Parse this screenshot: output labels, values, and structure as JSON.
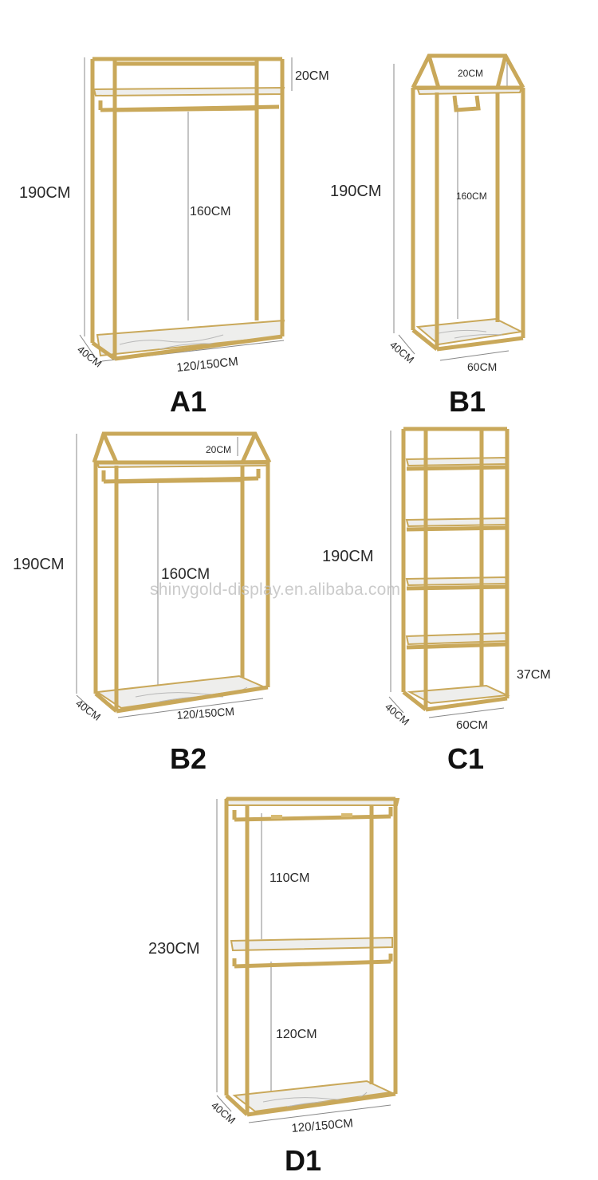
{
  "watermark": "shinygold-display.en.alibaba.com",
  "colors": {
    "frame": "#c9a85a",
    "marble": "#eeeeec",
    "guide": "#888888"
  },
  "products": {
    "A1": {
      "label": "A1",
      "height": "190CM",
      "top_gap": "20CM",
      "hang": "160CM",
      "depth": "40CM",
      "width": "120/150CM"
    },
    "B1": {
      "label": "B1",
      "height": "190CM",
      "top_gap": "20CM",
      "hang": "160CM",
      "depth": "40CM",
      "width": "60CM"
    },
    "B2": {
      "label": "B2",
      "height": "190CM",
      "top_gap": "20CM",
      "hang": "160CM",
      "depth": "40CM",
      "width": "120/150CM"
    },
    "C1": {
      "label": "C1",
      "height": "190CM",
      "shelf_gap": "37CM",
      "depth": "40CM",
      "width": "60CM"
    },
    "D1": {
      "label": "D1",
      "height": "230CM",
      "upper_hang": "110CM",
      "lower_hang": "120CM",
      "depth": "40CM",
      "width": "120/150CM"
    }
  }
}
